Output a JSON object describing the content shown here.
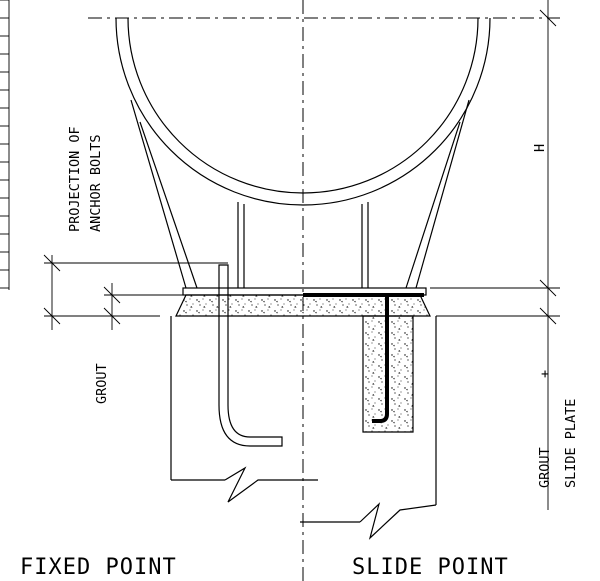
{
  "labels": {
    "projection_line1": "PROJECTION OF",
    "projection_line2": "ANCHOR BOLTS",
    "h": "H",
    "grout_left": "GROUT",
    "grout_plus": "+",
    "grout_right": "GROUT",
    "slide_plate": "SLIDE PLATE"
  },
  "captions": {
    "fixed": "FIXED POINT",
    "slide": "SLIDE POINT"
  }
}
